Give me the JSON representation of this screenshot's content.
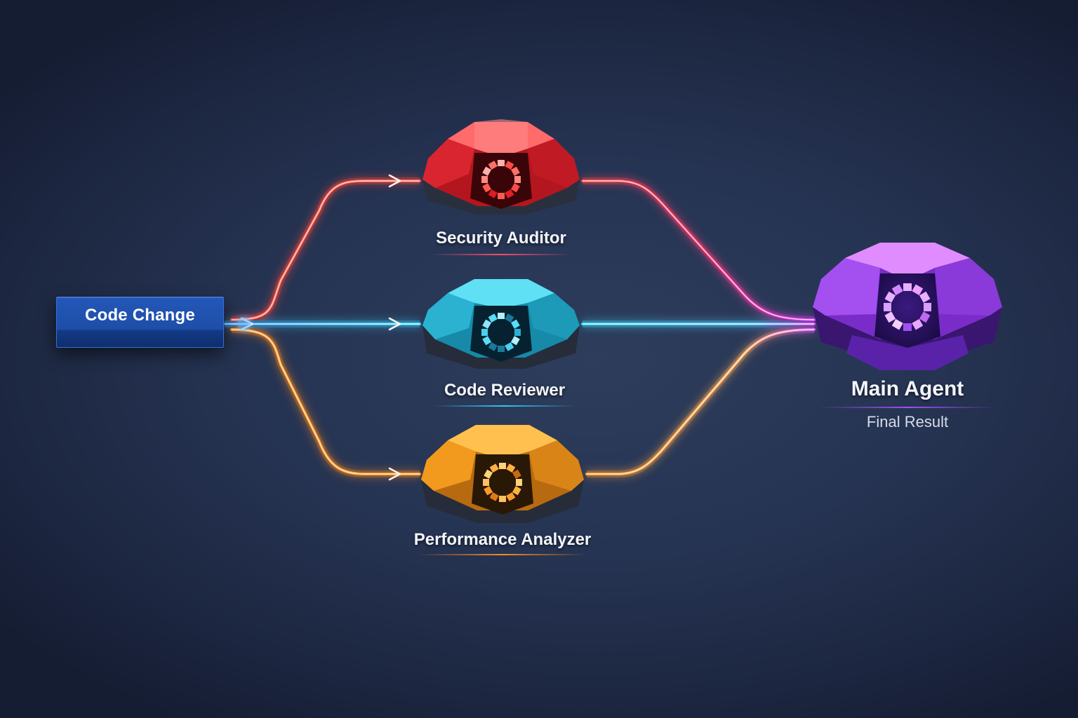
{
  "diagram": {
    "title": "",
    "background_color": "#263453",
    "input": {
      "label": "Code Change",
      "color": "#1d4ea8"
    },
    "agents": [
      {
        "id": "security",
        "label": "Security Auditor",
        "color": "#e8303a",
        "line_color": "#ff5a4a",
        "icon": "eye-scanner-icon"
      },
      {
        "id": "reviewer",
        "label": "Code Reviewer",
        "color": "#2bb8d6",
        "line_color": "#35d4f5",
        "icon": "eye-scanner-icon"
      },
      {
        "id": "performance",
        "label": "Performance Analyzer",
        "color": "#f29a1e",
        "line_color": "#ff9a28",
        "icon": "eye-scanner-icon"
      }
    ],
    "output": {
      "label": "Main Agent",
      "sublabel": "Final Result",
      "color": "#a03ee8",
      "icon": "eye-scanner-icon"
    },
    "edges": [
      {
        "from": "Code Change",
        "to": "Security Auditor",
        "color": "#ff5a4a"
      },
      {
        "from": "Code Change",
        "to": "Code Reviewer",
        "color": "#35d4f5"
      },
      {
        "from": "Code Change",
        "to": "Performance Analyzer",
        "color": "#ff9a28"
      },
      {
        "from": "Security Auditor",
        "to": "Main Agent",
        "color": "#ff5a4a"
      },
      {
        "from": "Code Reviewer",
        "to": "Main Agent",
        "color": "#35d4f5"
      },
      {
        "from": "Performance Analyzer",
        "to": "Main Agent",
        "color": "#ff9a28"
      }
    ]
  }
}
